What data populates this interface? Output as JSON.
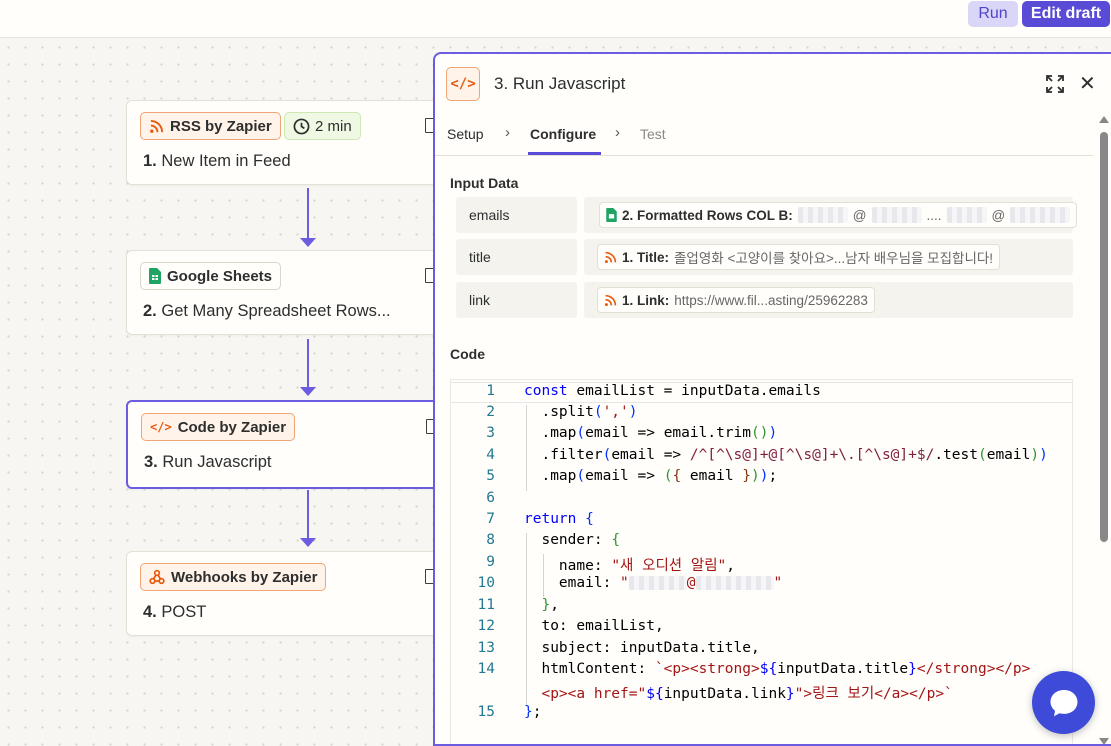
{
  "toolbar": {
    "run_label": "Run",
    "edit_draft_label": "Edit draft"
  },
  "steps": [
    {
      "app": "RSS by Zapier",
      "number": "1.",
      "title": "New Item in Feed",
      "time_badge": "2 min"
    },
    {
      "app": "Google Sheets",
      "number": "2.",
      "title": "Get Many Spreadsheet Rows..."
    },
    {
      "app": "Code by Zapier",
      "number": "3.",
      "title": "Run Javascript"
    },
    {
      "app": "Webhooks by Zapier",
      "number": "4.",
      "title": "POST"
    }
  ],
  "panel": {
    "title": "3. Run Javascript",
    "tabs": [
      "Setup",
      "Configure",
      "Test"
    ],
    "active_tab": "Configure",
    "input_data_label": "Input Data",
    "fields": [
      {
        "key": "emails",
        "pill_label": "2. Formatted Rows COL B:",
        "pill_sample": "",
        "icon": "google-sheets-icon"
      },
      {
        "key": "title",
        "pill_label": "1. Title:",
        "pill_sample": "졸업영화 <고양이를 찾아요>...남자 배우님을 모집합니다!",
        "icon": "rss-icon"
      },
      {
        "key": "link",
        "pill_label": "1. Link:",
        "pill_sample": "https://www.fil...asting/25962283",
        "icon": "rss-icon"
      }
    ],
    "code_label": "Code",
    "code_line_numbers": [
      "1",
      "2",
      "3",
      "4",
      "5",
      "6",
      "7",
      "8",
      "9",
      "10",
      "11",
      "12",
      "13",
      "14",
      "",
      "15"
    ],
    "code_text": [
      "const emailList = inputData.emails",
      "  .split(',')",
      "  .map(email => email.trim())",
      "  .filter(email => /^[^\\s@]+@[^\\s@]+\\.[^\\s@]+$/.test(email))",
      "  .map(email => ({ email }));",
      "",
      "return {",
      "  sender: {",
      "    name: \"새 오디션 알림\",",
      "    email: \"@\"",
      "  },",
      "  to: emailList,",
      "  subject: inputData.title,",
      "  htmlContent: `<p><strong>${inputData.title}</strong></p>",
      "  <p><a href=\"${inputData.link}\">링크 보기</a></p>`",
      "};"
    ]
  },
  "colors": {
    "accent": "#5a4bd6",
    "zapier_orange": "#e8590c",
    "sheets_green": "#1fa463"
  }
}
